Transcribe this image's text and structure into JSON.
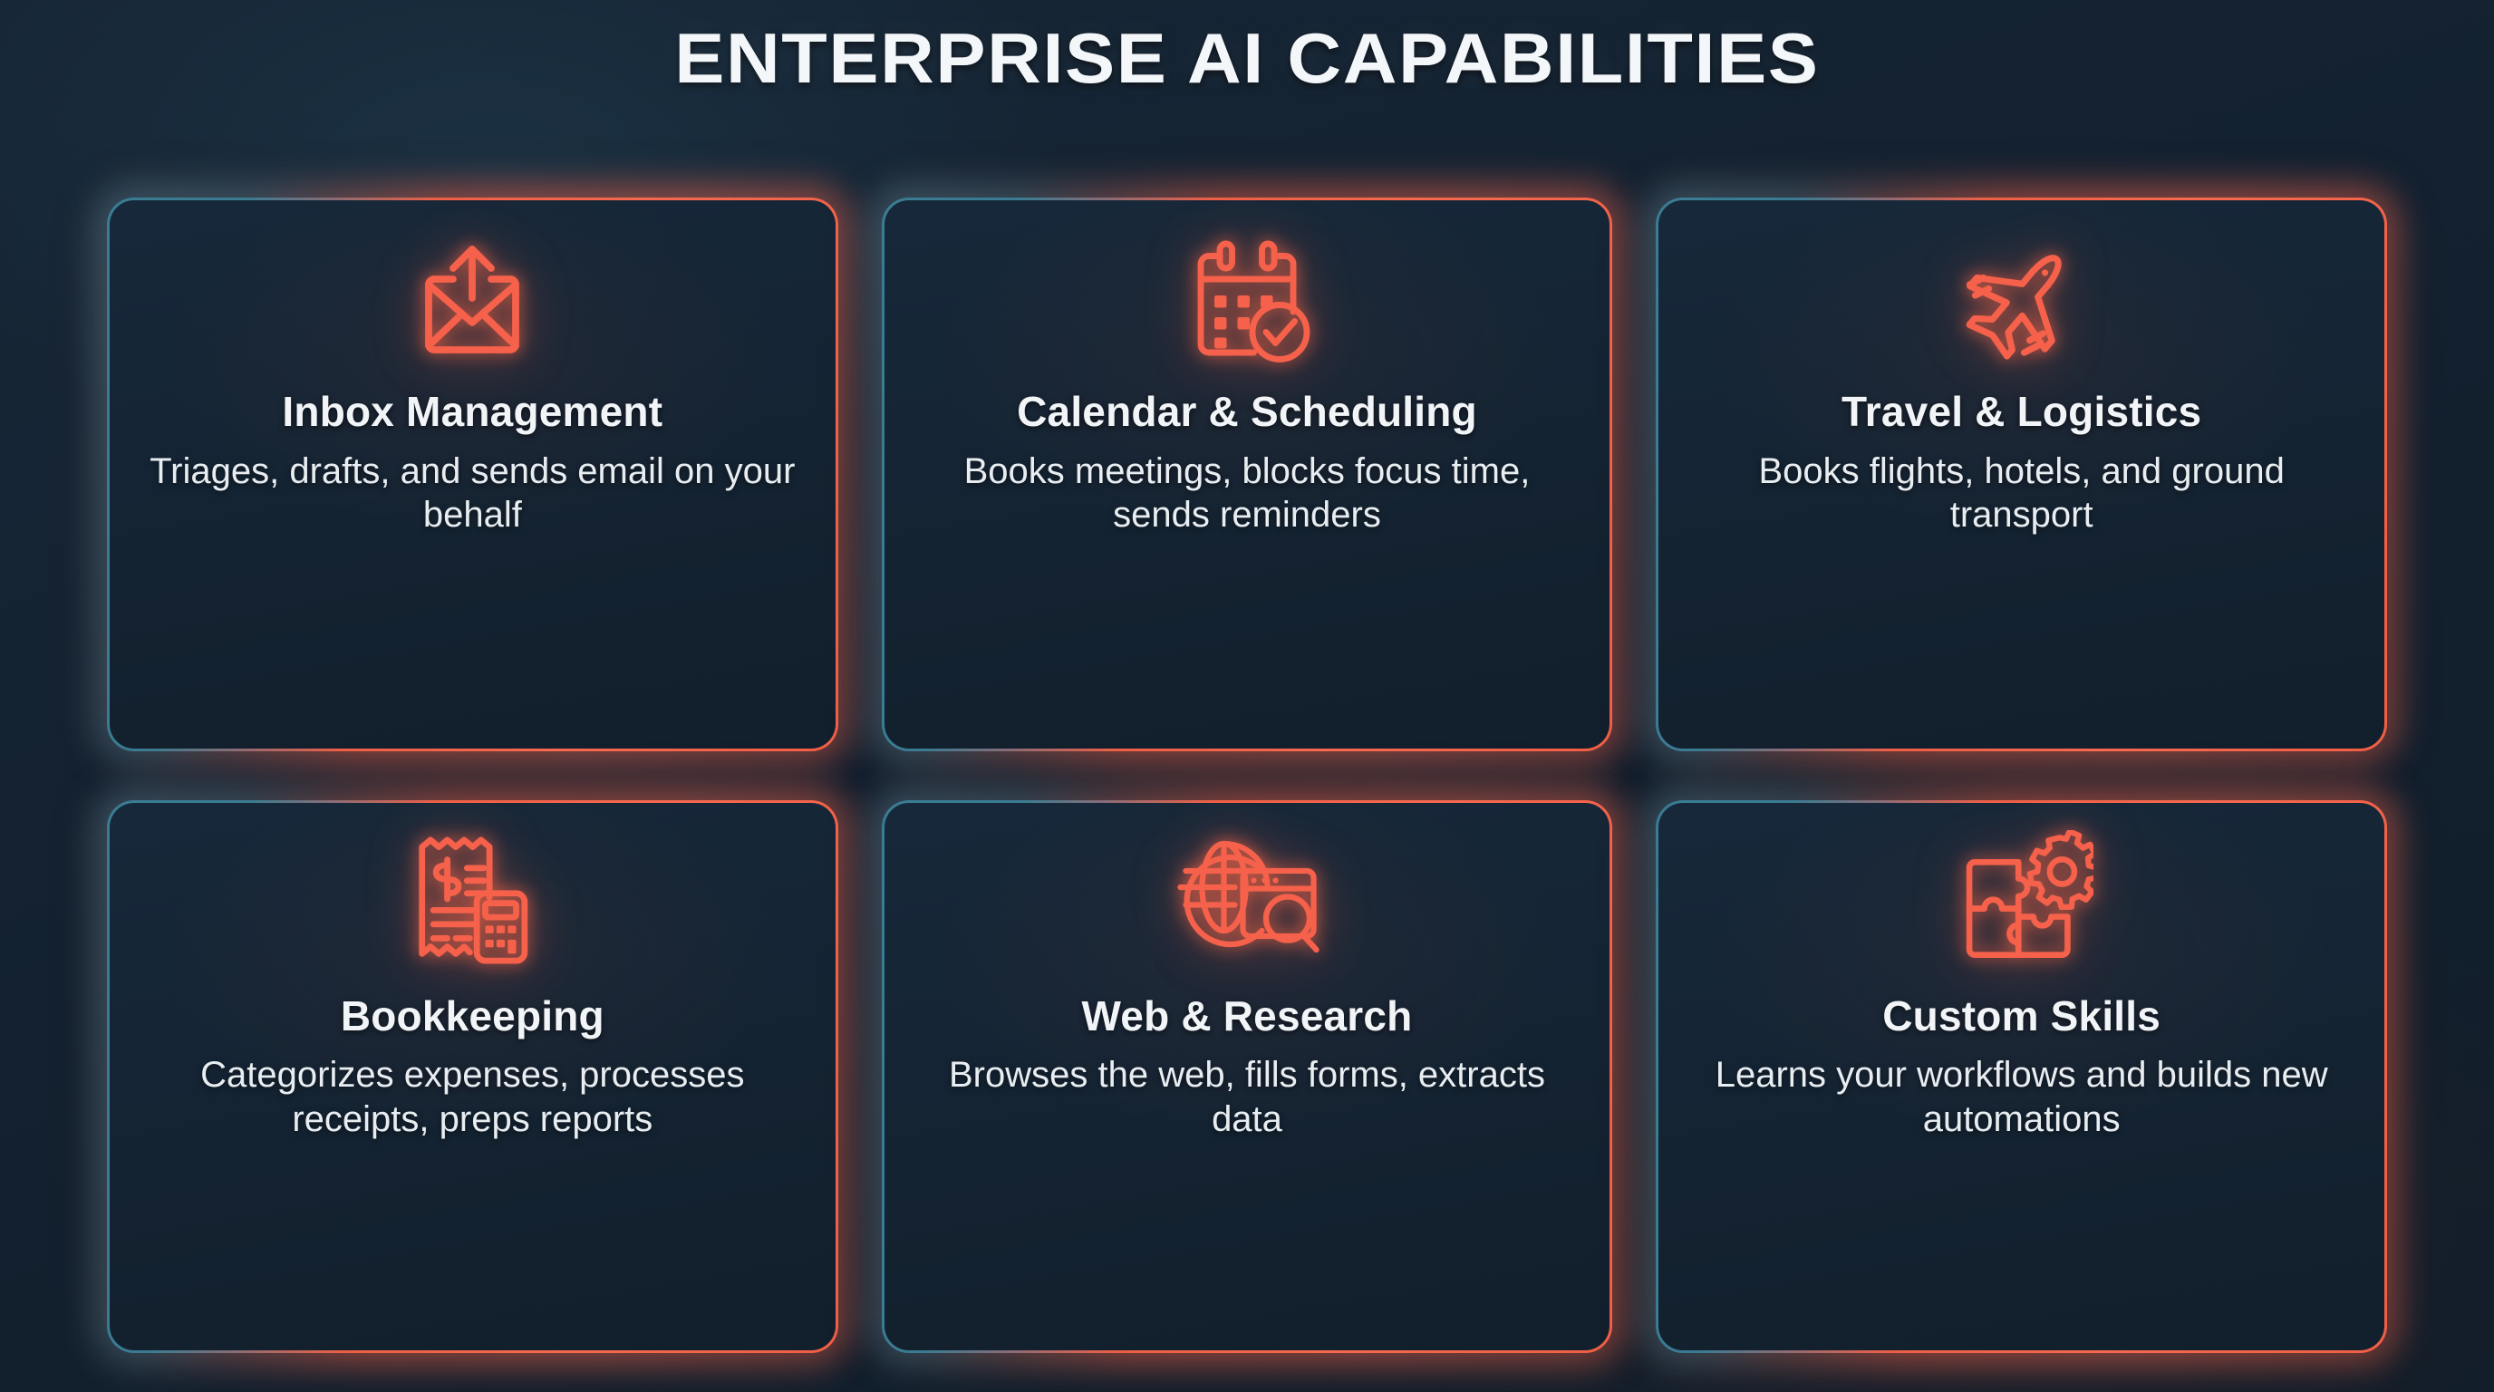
{
  "header": {
    "title": "ENTERPRISE AI CAPABILITIES"
  },
  "theme": {
    "background": "#13212e",
    "card_background": "#142332",
    "border_teal": "#3b7d93",
    "border_coral": "#f5614a",
    "icon_color": "#f5614a",
    "title_color": "#f4f7fa",
    "text_color": "#e8edf1"
  },
  "cards": [
    {
      "id": "inbox-management",
      "icon": "envelope-upload-icon",
      "title": "Inbox Management",
      "description": "Triages, drafts, and sends email on your behalf"
    },
    {
      "id": "calendar-scheduling",
      "icon": "calendar-check-icon",
      "title": "Calendar & Scheduling",
      "description": "Books meetings, blocks focus time, sends reminders"
    },
    {
      "id": "travel-logistics",
      "icon": "airplane-icon",
      "title": "Travel & Logistics",
      "description": "Books flights, hotels, and ground transport"
    },
    {
      "id": "bookkeeping",
      "icon": "receipt-calculator-icon",
      "title": "Bookkeeping",
      "description": "Categorizes expenses, processes receipts, preps reports"
    },
    {
      "id": "web-research",
      "icon": "globe-browser-search-icon",
      "title": "Web & Research",
      "description": "Browses the web, fills forms, extracts data"
    },
    {
      "id": "custom-skills",
      "icon": "puzzle-gear-icon",
      "title": "Custom Skills",
      "description": "Learns your workflows and builds new automations"
    }
  ]
}
